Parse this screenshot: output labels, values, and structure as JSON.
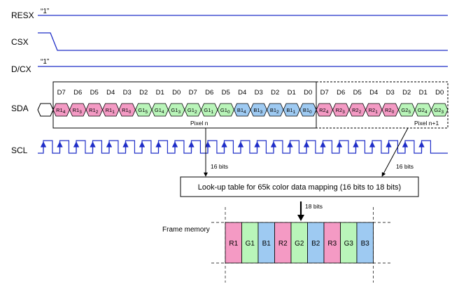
{
  "signals": {
    "resx": "RESX",
    "csx": "CSX",
    "dcx": "D/CX",
    "sda": "SDA",
    "scl": "SCL"
  },
  "levels": {
    "resx": "“1”",
    "dcx": "“1”"
  },
  "bit_labels": [
    "D7",
    "D6",
    "D5",
    "D4",
    "D3",
    "D2",
    "D1",
    "D0",
    "D7",
    "D6",
    "D5",
    "D4",
    "D3",
    "D2",
    "D1",
    "D0",
    "D7",
    "D6",
    "D5",
    "D4",
    "D3",
    "D2",
    "D1",
    "D0"
  ],
  "sda_cells": [
    {
      "ch": "R1",
      "idx": "4",
      "color": "#f49ac4"
    },
    {
      "ch": "R1",
      "idx": "3",
      "color": "#f49ac4"
    },
    {
      "ch": "R1",
      "idx": "2",
      "color": "#f49ac4"
    },
    {
      "ch": "R1",
      "idx": "1",
      "color": "#f49ac4"
    },
    {
      "ch": "R1",
      "idx": "0",
      "color": "#f49ac4"
    },
    {
      "ch": "G1",
      "idx": "5",
      "color": "#b9f5b9"
    },
    {
      "ch": "G1",
      "idx": "4",
      "color": "#b9f5b9"
    },
    {
      "ch": "G1",
      "idx": "3",
      "color": "#b9f5b9"
    },
    {
      "ch": "G1",
      "idx": "2",
      "color": "#b9f5b9"
    },
    {
      "ch": "G1",
      "idx": "1",
      "color": "#b9f5b9"
    },
    {
      "ch": "G1",
      "idx": "0",
      "color": "#b9f5b9"
    },
    {
      "ch": "B1",
      "idx": "4",
      "color": "#9ecaf2"
    },
    {
      "ch": "B1",
      "idx": "3",
      "color": "#9ecaf2"
    },
    {
      "ch": "B1",
      "idx": "2",
      "color": "#9ecaf2"
    },
    {
      "ch": "B1",
      "idx": "1",
      "color": "#9ecaf2"
    },
    {
      "ch": "B1",
      "idx": "0",
      "color": "#9ecaf2"
    },
    {
      "ch": "R2",
      "idx": "4",
      "color": "#f49ac4"
    },
    {
      "ch": "R2",
      "idx": "3",
      "color": "#f49ac4"
    },
    {
      "ch": "R2",
      "idx": "2",
      "color": "#f49ac4"
    },
    {
      "ch": "R2",
      "idx": "1",
      "color": "#f49ac4"
    },
    {
      "ch": "R2",
      "idx": "0",
      "color": "#f49ac4"
    },
    {
      "ch": "G2",
      "idx": "5",
      "color": "#b9f5b9"
    },
    {
      "ch": "G2",
      "idx": "4",
      "color": "#b9f5b9"
    },
    {
      "ch": "G2",
      "idx": "3",
      "color": "#b9f5b9"
    }
  ],
  "pixel_labels": [
    "Pixel n",
    "Pixel n+1"
  ],
  "bit_count_labels": [
    "16 bits",
    "16 bits",
    "18 bits"
  ],
  "lut_label": "Look-up table for 65k color data mapping (16 bits to 18 bits)",
  "frame_memory": {
    "label": "Frame memory",
    "cells": [
      {
        "text": "R1",
        "color": "#f49ac4"
      },
      {
        "text": "G1",
        "color": "#b9f5b9"
      },
      {
        "text": "B1",
        "color": "#9ecaf2"
      },
      {
        "text": "R2",
        "color": "#f49ac4"
      },
      {
        "text": "G2",
        "color": "#b9f5b9"
      },
      {
        "text": "B2",
        "color": "#9ecaf2"
      },
      {
        "text": "R3",
        "color": "#f49ac4"
      },
      {
        "text": "G3",
        "color": "#b9f5b9"
      },
      {
        "text": "B3",
        "color": "#9ecaf2"
      }
    ]
  },
  "line_color": "#1f2ec8"
}
